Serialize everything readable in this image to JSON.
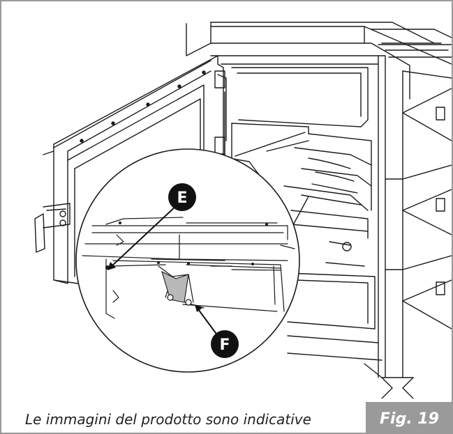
{
  "caption": "Le immagini del prodotto sono indicative",
  "figure_label": "Fig. 19",
  "callouts": {
    "e": "E",
    "f": "F"
  },
  "colors": {
    "frame_border": "#9a9a9a",
    "badge_background": "#9a9a9a",
    "line": "#1a1a1a",
    "callout_fill": "#111111"
  },
  "icons": [
    "arrow-pointer-icon"
  ]
}
